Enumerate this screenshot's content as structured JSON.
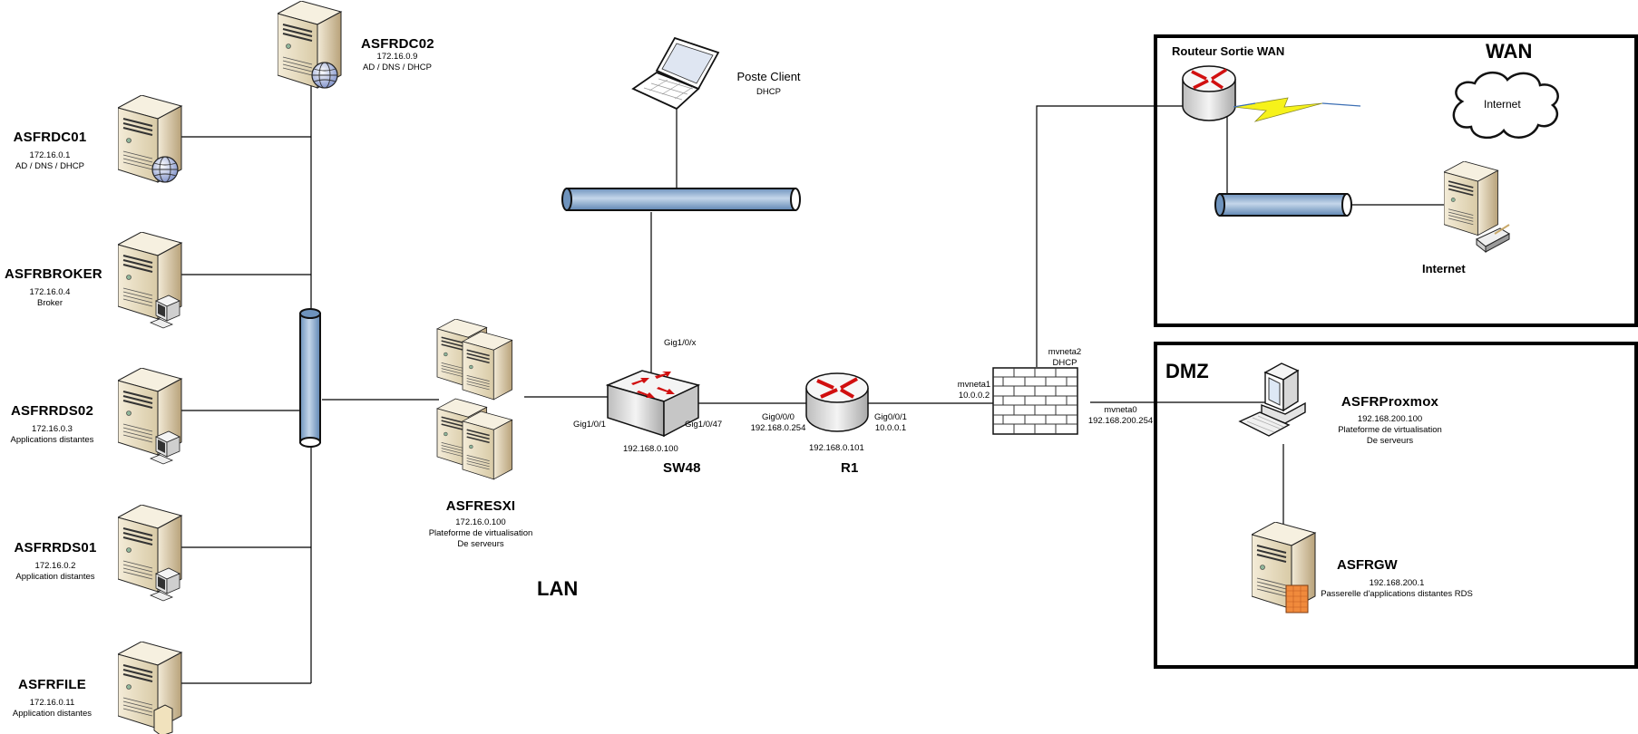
{
  "diagram": {
    "zones": {
      "lan": {
        "title": "LAN"
      },
      "wan": {
        "title": "WAN"
      },
      "dmz": {
        "title": "DMZ"
      }
    },
    "lan_servers": [
      {
        "name": "ASFRDC02",
        "ip": "172.16.0.9",
        "role": "AD / DNS / DHCP",
        "icon": "server-globe-icon"
      },
      {
        "name": "ASFRDC01",
        "ip": "172.16.0.1",
        "role": "AD / DNS / DHCP",
        "icon": "server-globe-icon"
      },
      {
        "name": "ASFRBROKER",
        "ip": "172.16.0.4",
        "role": "Broker",
        "icon": "server-terminal-icon"
      },
      {
        "name": "ASFRRDS02",
        "ip": "172.16.0.3",
        "role": "Applications distantes",
        "icon": "server-terminal-icon"
      },
      {
        "name": "ASFRRDS01",
        "ip": "172.16.0.2",
        "role": "Application distantes",
        "icon": "server-terminal-icon"
      },
      {
        "name": "ASFRFILE",
        "ip": "172.16.0.11",
        "role": "Application distantes",
        "icon": "server-file-icon"
      }
    ],
    "esxi": {
      "name": "ASFRESXI",
      "ip": "172.16.0.100",
      "role_line1": "Plateforme de virtualisation",
      "role_line2": "De serveurs"
    },
    "client": {
      "name": "Poste Client",
      "role": "DHCP"
    },
    "switch": {
      "name": "SW48",
      "ip": "192.168.0.100",
      "port_left": "Gig1/0/1",
      "port_right": "Gig1/0/47",
      "port_up": "Gig1/0/x"
    },
    "router": {
      "name": "R1",
      "ip": "192.168.0.101",
      "port_left_name": "Gig0/0/0",
      "port_left_ip": "192.168.0.254",
      "port_right_name": "Gig0/0/1",
      "port_right_ip": "10.0.0.1"
    },
    "firewall": {
      "mvneta1_name": "mvneta1",
      "mvneta1_ip": "10.0.0.2",
      "mvneta2_name": "mvneta2",
      "mvneta2_ip": "DHCP",
      "mvneta0_name": "mvneta0",
      "mvneta0_ip": "192.168.200.254"
    },
    "wan": {
      "router_name": "Routeur Sortie WAN",
      "cloud_label": "Internet",
      "server_name": "Internet"
    },
    "dmz": {
      "proxmox": {
        "name": "ASFRProxmox",
        "ip": "192.168.200.100",
        "role_line1": "Plateforme de virtualisation",
        "role_line2": "De serveurs"
      },
      "gateway": {
        "name": "ASFRGW",
        "ip": "192.168.200.1",
        "role": "Passerelle d'applications distantes RDS"
      }
    }
  }
}
